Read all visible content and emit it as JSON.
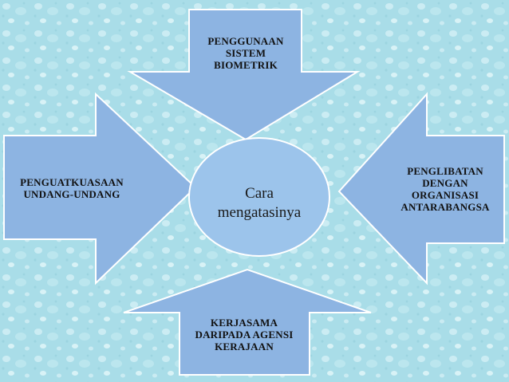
{
  "diagram": {
    "center": {
      "label": "Cara\nmengatasinya"
    },
    "arrows": [
      {
        "id": "top",
        "label": "PENGGUNAAN\nSISTEM\nBIOMETRIK"
      },
      {
        "id": "left",
        "label": "PENGUATKUASAAN\nUNDANG-UNDANG"
      },
      {
        "id": "right",
        "label": "PENGLIBATAN\nDENGAN\nORGANISASI\nANTARABANGSA"
      },
      {
        "id": "bottom",
        "label": "KERJASAMA\nDARIPADA AGENSI\nKERAJAAN"
      }
    ]
  },
  "colors": {
    "background": "#a9dde8",
    "background_dots": "#d4f0f5",
    "arrow_fill": "#8db4e2",
    "arrow_stroke": "#ffffff",
    "ellipse_fill": "#9cc4eb",
    "ellipse_stroke": "#ffffff"
  }
}
